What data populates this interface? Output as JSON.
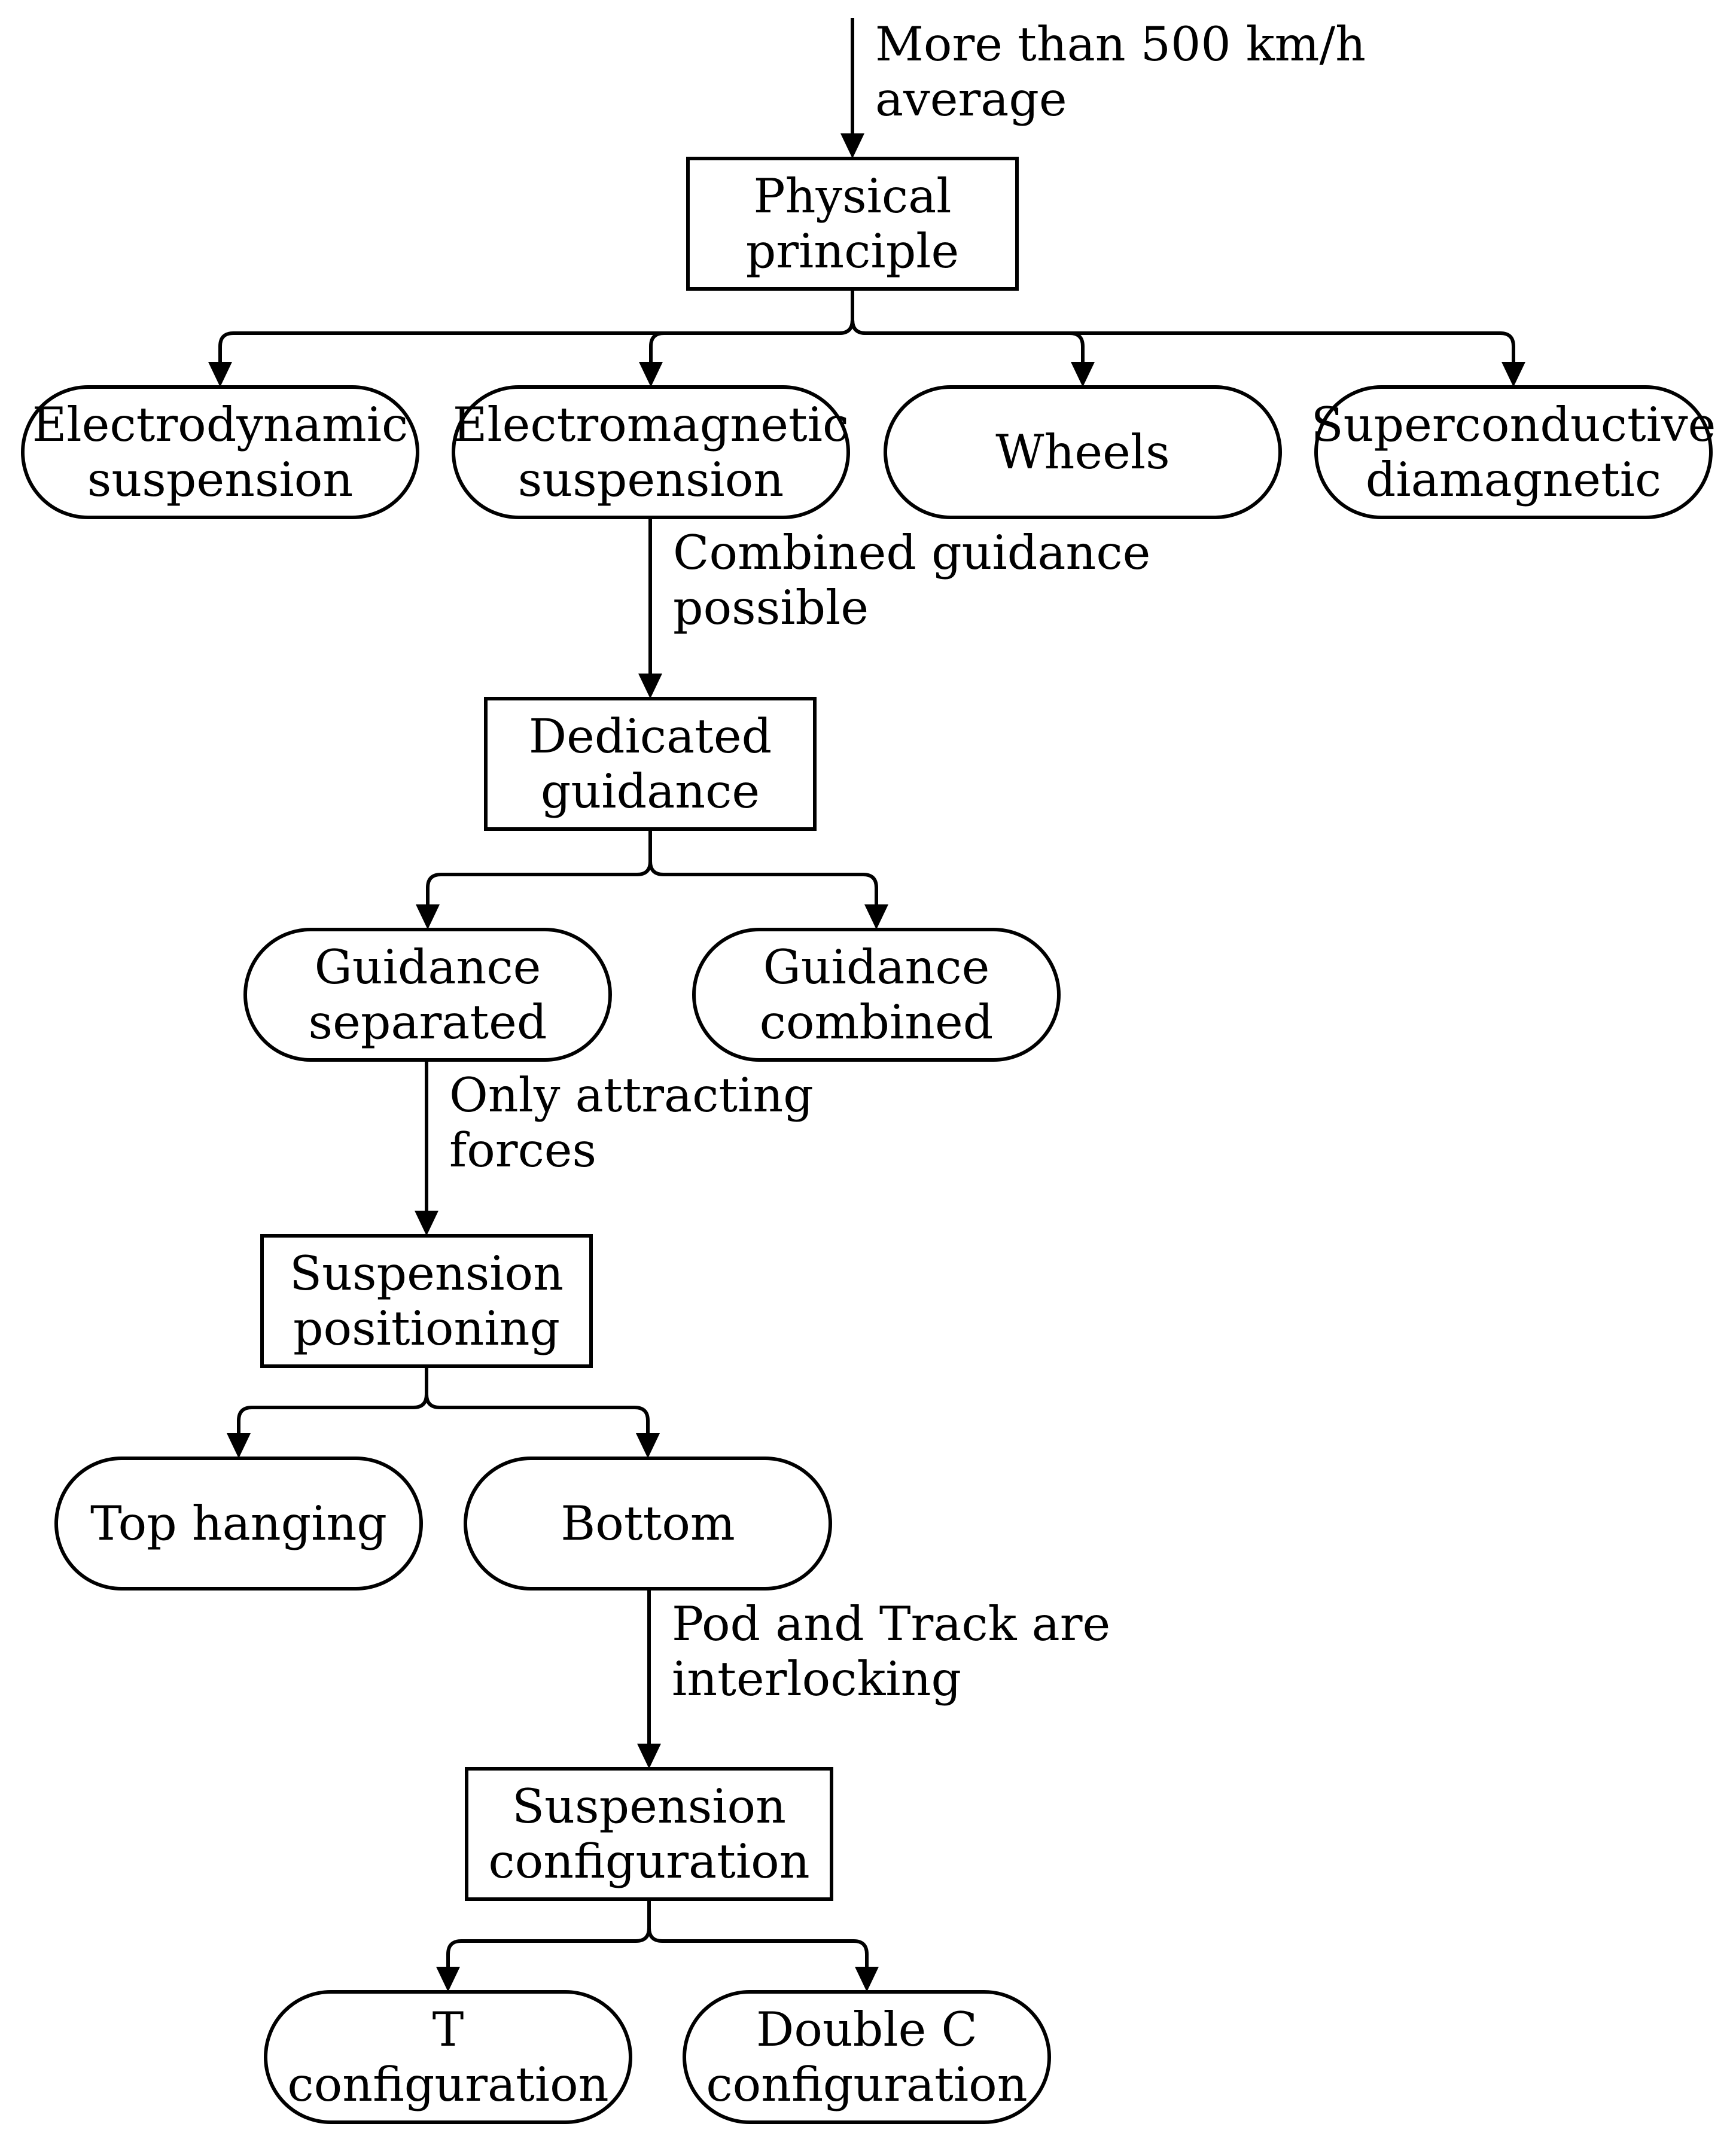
{
  "nodes": {
    "physical_principle": {
      "shape": "rectangle",
      "lines": [
        "Physical",
        "principle"
      ]
    },
    "electrodynamic": {
      "shape": "rounded",
      "lines": [
        "Electrodynamic",
        "suspension"
      ]
    },
    "electromagnetic": {
      "shape": "rounded",
      "lines": [
        "Electromagnetic",
        "suspension"
      ]
    },
    "wheels": {
      "shape": "rounded",
      "lines": [
        "Wheels"
      ]
    },
    "superconductive": {
      "shape": "rounded",
      "lines": [
        "Superconductive",
        "diamagnetic"
      ]
    },
    "dedicated_guidance": {
      "shape": "rectangle",
      "lines": [
        "Dedicated",
        "guidance"
      ]
    },
    "guidance_separated": {
      "shape": "rounded",
      "lines": [
        "Guidance",
        "separated"
      ]
    },
    "guidance_combined": {
      "shape": "rounded",
      "lines": [
        "Guidance",
        "combined"
      ]
    },
    "suspension_positioning": {
      "shape": "rectangle",
      "lines": [
        "Suspension",
        "positioning"
      ]
    },
    "top_hanging": {
      "shape": "rounded",
      "lines": [
        "Top hanging"
      ]
    },
    "bottom": {
      "shape": "rounded",
      "lines": [
        "Bottom"
      ]
    },
    "suspension_configuration": {
      "shape": "rectangle",
      "lines": [
        "Suspension",
        "configuration"
      ]
    },
    "t_configuration": {
      "shape": "rounded",
      "lines": [
        "T",
        "configuration"
      ]
    },
    "double_c_configuration": {
      "shape": "rounded",
      "lines": [
        "Double C",
        "configuration"
      ]
    }
  },
  "edges": [
    {
      "from": "",
      "to": "physical_principle",
      "label": [
        "More than 500 km/h",
        "average"
      ]
    },
    {
      "from": "physical_principle",
      "to": "electrodynamic"
    },
    {
      "from": "physical_principle",
      "to": "electromagnetic"
    },
    {
      "from": "physical_principle",
      "to": "wheels"
    },
    {
      "from": "physical_principle",
      "to": "superconductive"
    },
    {
      "from": "electromagnetic",
      "to": "dedicated_guidance",
      "label": [
        "Combined guidance",
        "possible"
      ]
    },
    {
      "from": "dedicated_guidance",
      "to": "guidance_separated"
    },
    {
      "from": "dedicated_guidance",
      "to": "guidance_combined"
    },
    {
      "from": "guidance_separated",
      "to": "suspension_positioning",
      "label": [
        "Only attracting",
        "forces"
      ]
    },
    {
      "from": "suspension_positioning",
      "to": "top_hanging"
    },
    {
      "from": "suspension_positioning",
      "to": "bottom"
    },
    {
      "from": "bottom",
      "to": "suspension_configuration",
      "label": [
        "Pod and Track are",
        "interlocking"
      ]
    },
    {
      "from": "suspension_configuration",
      "to": "t_configuration"
    },
    {
      "from": "suspension_configuration",
      "to": "double_c_configuration"
    }
  ]
}
